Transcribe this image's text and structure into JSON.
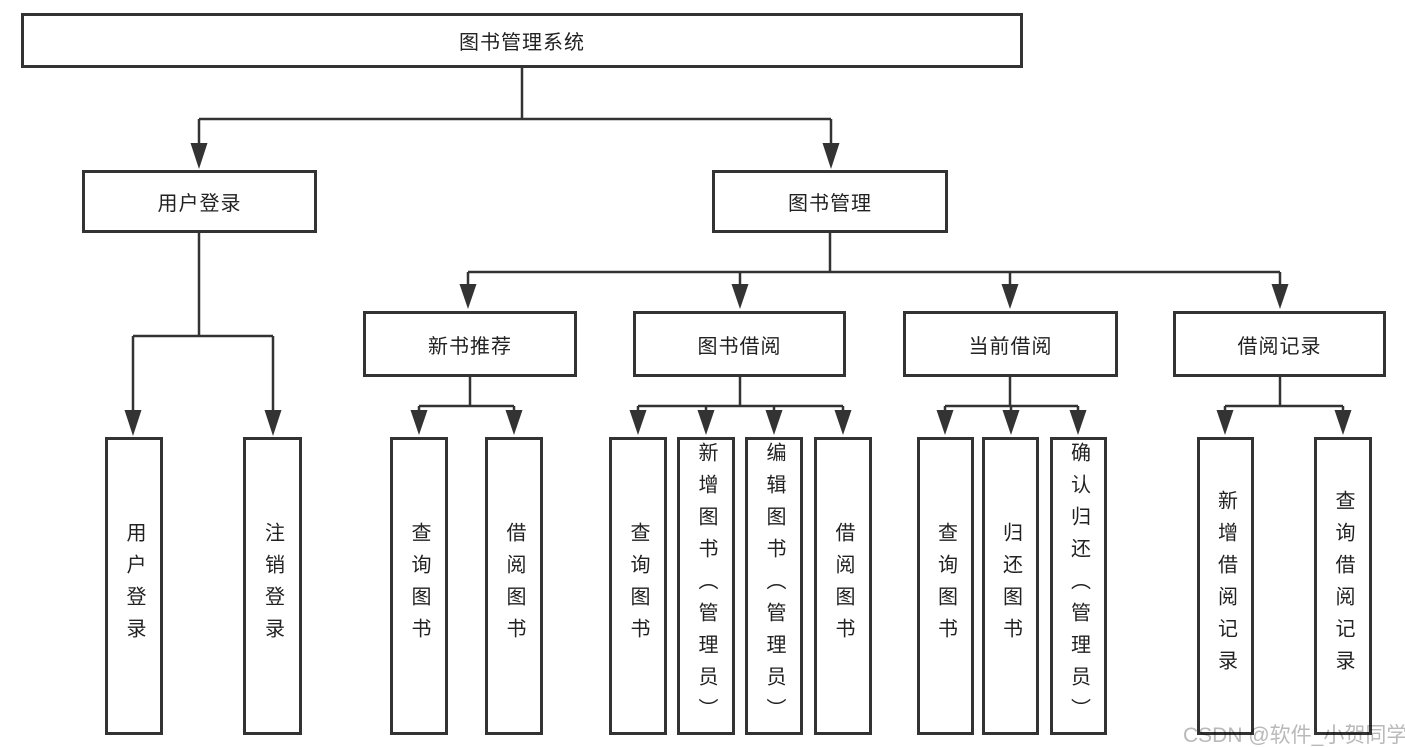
{
  "colors": {
    "line": "#333333",
    "text": "#222222",
    "watermark": "#b9b9b9",
    "background": "#ffffff"
  },
  "watermark": {
    "text": "CSDN @软件_小贺同学"
  },
  "tree": {
    "root": {
      "label": "图书管理系统",
      "children": [
        {
          "label": "用户登录",
          "children": [
            {
              "label": "用户登录"
            },
            {
              "label": "注销登录"
            }
          ]
        },
        {
          "label": "图书管理",
          "children": [
            {
              "label": "新书推荐",
              "children": [
                {
                  "label": "查询图书"
                },
                {
                  "label": "借阅图书"
                }
              ]
            },
            {
              "label": "图书借阅",
              "children": [
                {
                  "label": "查询图书"
                },
                {
                  "label": "新增图书（管理员）"
                },
                {
                  "label": "编辑图书（管理员）"
                },
                {
                  "label": "借阅图书"
                }
              ]
            },
            {
              "label": "当前借阅",
              "children": [
                {
                  "label": "查询图书"
                },
                {
                  "label": "归还图书"
                },
                {
                  "label": "确认归还（管理员）"
                }
              ]
            },
            {
              "label": "借阅记录",
              "children": [
                {
                  "label": "新增借阅记录"
                },
                {
                  "label": "查询借阅记录"
                }
              ]
            }
          ]
        }
      ]
    }
  }
}
